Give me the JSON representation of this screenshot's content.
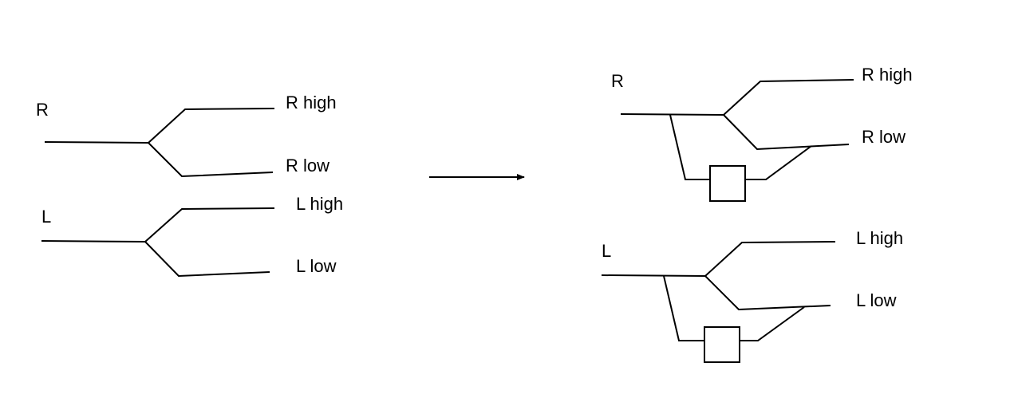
{
  "before": {
    "R": {
      "input_label": "R",
      "high_label": "R high",
      "low_label": "R low"
    },
    "L": {
      "input_label": "L",
      "high_label": "L high",
      "low_label": "L low"
    }
  },
  "after": {
    "R": {
      "input_label": "R",
      "high_label": "R high",
      "low_label": "R low"
    },
    "L": {
      "input_label": "L",
      "high_label": "L high",
      "low_label": "L low"
    }
  },
  "colors": {
    "line": "#000000",
    "background": "#ffffff"
  }
}
